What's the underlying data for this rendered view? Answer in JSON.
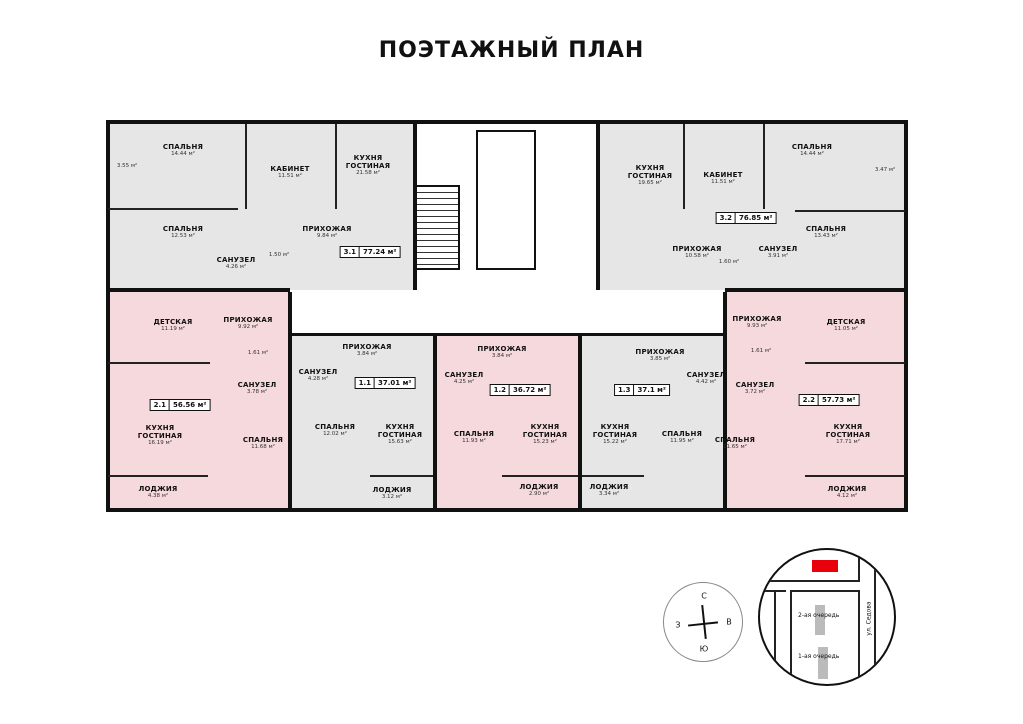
{
  "title": "ПОЭТАЖНЫЙ ПЛАН",
  "colors": {
    "pink": "#f6d9dc",
    "grey": "#e6e6e6",
    "wall": "#111111",
    "site_marker": "#e8000b"
  },
  "apartments": {
    "a31": {
      "id": "3.1",
      "area": "77.24 м²",
      "rooms": [
        {
          "name": "",
          "area": "3.55 м²"
        },
        {
          "name": "СПАЛЬНЯ",
          "area": "14.44 м²"
        },
        {
          "name": "КАБИНЕТ",
          "area": "11.51 м²"
        },
        {
          "name": "КУХНЯ ГОСТИНАЯ",
          "area": "21.58 м²"
        },
        {
          "name": "СПАЛЬНЯ",
          "area": "12.53 м²"
        },
        {
          "name": "САНУЗЕЛ",
          "area": "4.26 м²"
        },
        {
          "name": "",
          "area": "1.50 м²"
        },
        {
          "name": "ПРИХОЖАЯ",
          "area": "9.84 м²"
        }
      ]
    },
    "a32": {
      "id": "3.2",
      "area": "76.85 м²",
      "rooms": [
        {
          "name": "КУХНЯ ГОСТИНАЯ",
          "area": "19.65 м²"
        },
        {
          "name": "КАБИНЕТ",
          "area": "11.51 м²"
        },
        {
          "name": "СПАЛЬНЯ",
          "area": "14.44 м²"
        },
        {
          "name": "",
          "area": "3.47 м²"
        },
        {
          "name": "СПАЛЬНЯ",
          "area": "13.43 м²"
        },
        {
          "name": "ПРИХОЖАЯ",
          "area": "10.58 м²"
        },
        {
          "name": "",
          "area": "1.60 м²"
        },
        {
          "name": "САНУЗЕЛ",
          "area": "3.91 м²"
        }
      ]
    },
    "a21": {
      "id": "2.1",
      "area": "56.56 м²",
      "rooms": [
        {
          "name": "ДЕТСКАЯ",
          "area": "11.19 м²"
        },
        {
          "name": "ПРИХОЖАЯ",
          "area": "9.92 м²"
        },
        {
          "name": "",
          "area": "1.61 м²"
        },
        {
          "name": "САНУЗЕЛ",
          "area": "3.78 м²"
        },
        {
          "name": "КУХНЯ ГОСТИНАЯ",
          "area": "16.19 м²"
        },
        {
          "name": "СПАЛЬНЯ",
          "area": "11.68 м²"
        },
        {
          "name": "ЛОДЖИЯ",
          "area": "4.38 м²"
        }
      ]
    },
    "a11": {
      "id": "1.1",
      "area": "37.01 м²",
      "rooms": [
        {
          "name": "ПРИХОЖАЯ",
          "area": "3.84 м²"
        },
        {
          "name": "САНУЗЕЛ",
          "area": "4.28 м²"
        },
        {
          "name": "СПАЛЬНЯ",
          "area": "12.02 м²"
        },
        {
          "name": "КУХНЯ ГОСТИНАЯ",
          "area": "15.63 м²"
        },
        {
          "name": "ЛОДЖИЯ",
          "area": "3.12 м²"
        }
      ]
    },
    "a12": {
      "id": "1.2",
      "area": "36.72 м²",
      "rooms": [
        {
          "name": "ПРИХОЖАЯ",
          "area": "3.84 м²"
        },
        {
          "name": "САНУЗЕЛ",
          "area": "4.25 м²"
        },
        {
          "name": "СПАЛЬНЯ",
          "area": "11.93 м²"
        },
        {
          "name": "КУХНЯ ГОСТИНАЯ",
          "area": "15.23 м²"
        },
        {
          "name": "ЛОДЖИЯ",
          "area": "2.90 м²"
        }
      ]
    },
    "a13": {
      "id": "1.3",
      "area": "37.1 м²",
      "rooms": [
        {
          "name": "ПРИХОЖАЯ",
          "area": "3.85 м²"
        },
        {
          "name": "САНУЗЕЛ",
          "area": "4.42 м²"
        },
        {
          "name": "КУХНЯ ГОСТИНАЯ",
          "area": "15.22 м²"
        },
        {
          "name": "СПАЛЬНЯ",
          "area": "11.95 м²"
        },
        {
          "name": "ЛОДЖИЯ",
          "area": "3.34 м²"
        }
      ]
    },
    "a22": {
      "id": "2.2",
      "area": "57.73 м²",
      "rooms": [
        {
          "name": "ПРИХОЖАЯ",
          "area": "9.93 м²"
        },
        {
          "name": "ДЕТСКАЯ",
          "area": "11.05 м²"
        },
        {
          "name": "",
          "area": "1.61 м²"
        },
        {
          "name": "САНУЗЕЛ",
          "area": "3.72 м²"
        },
        {
          "name": "КУХНЯ ГОСТИНАЯ",
          "area": "17.71 м²"
        },
        {
          "name": "СПАЛЬНЯ",
          "area": "11.65 м²"
        },
        {
          "name": "ЛОДЖИЯ",
          "area": "4.12 м²"
        }
      ]
    }
  },
  "compass": {
    "n": "С",
    "s": "Ю",
    "e": "В",
    "w": "З"
  },
  "site_map": {
    "street": "ул. Седова",
    "queue2": "2-ая очередь",
    "queue1": "1-ая очередь"
  }
}
